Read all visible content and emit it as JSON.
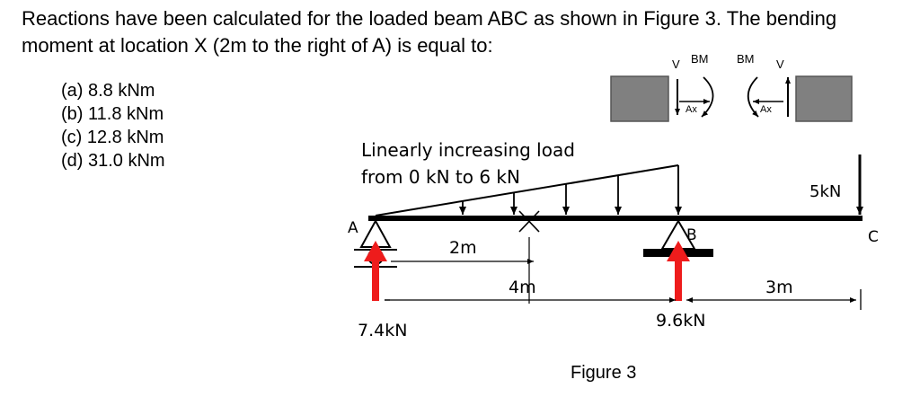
{
  "question": "Reactions have been calculated for the loaded beam ABC as shown in Figure 3. The bending moment at location X (2m to the right of A) is equal to:",
  "options": [
    {
      "label": "(a) 8.8 kNm"
    },
    {
      "label": "(b) 11.8 kNm"
    },
    {
      "label": "(c) 12.8 kNm"
    },
    {
      "label": "(d) 31.0 kNm"
    }
  ],
  "inset": {
    "v_left": "V",
    "bm_left": "BM",
    "bm_right": "BM",
    "v_right": "V",
    "ax_left": "Ax",
    "ax_right": "Ax"
  },
  "figure": {
    "load_line1": "Linearly increasing load",
    "load_line2": "from 0 kN to 6 kN",
    "point_a": "A",
    "point_b": "B",
    "point_c": "C",
    "point_load": "5kN",
    "dim_2m": "2m",
    "dim_4m": "4m",
    "dim_3m": "3m",
    "reaction_a": "7.4kN",
    "reaction_b": "9.6kN",
    "caption": "Figure 3",
    "colors": {
      "reaction": "#ee1c1c",
      "block": "#808080",
      "beam": "#000000"
    }
  }
}
